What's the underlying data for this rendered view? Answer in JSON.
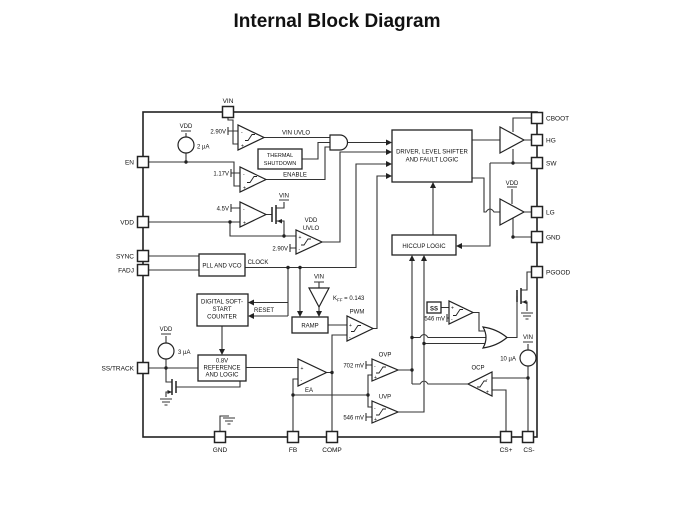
{
  "title": "Internal Block Diagram",
  "pins": {
    "vin": "VIN",
    "en": "EN",
    "vdd": "VDD",
    "sync": "SYNC",
    "fadj": "FADJ",
    "ss_track": "SS/TRACK",
    "cboot": "CBOOT",
    "hg": "HG",
    "sw": "SW",
    "lg": "LG",
    "gnd_right": "GND",
    "pgood": "PGOOD",
    "gnd_bottom": "GND",
    "fb": "FB",
    "comp": "COMP",
    "cs_plus": "CS+",
    "cs_minus": "CS-"
  },
  "blocks": {
    "thermal1": "THERMAL",
    "thermal2": "SHUTDOWN",
    "driver1": "DRIVER, LEVEL SHIFTER",
    "driver2": "AND FAULT LOGIC",
    "pll": "PLL AND VCO",
    "ss_counter1": "DIGITAL SOFT-",
    "ss_counter2": "START",
    "ss_counter3": "COUNTER",
    "reference1": "0.8V",
    "reference2": "REFERENCE",
    "reference3": "AND LOGIC",
    "hiccup": "HICCUP LOGIC",
    "ramp": "RAMP",
    "ss_box": "SS"
  },
  "signals": {
    "vin_uvlo": "VIN UVLO",
    "enable": "ENABLE",
    "clock": "CLOCK",
    "reset": "RESET",
    "vdd_uvlo1": "VDD",
    "vdd_uvlo2": "UVLO",
    "pwm": "PWM",
    "ea": "EA",
    "ovp": "OVP",
    "uvp": "UVP",
    "ocp": "OCP"
  },
  "values": {
    "vin_uvlo_th": "2.90V",
    "en_th": "1.17V",
    "vdd_sw_th": "4.5V",
    "vdd_uvlo_th": "2.90V",
    "en_pullup": "2 µA",
    "ss_current": "3 µA",
    "cs_current": "10 µA",
    "ovp_th": "702 mV",
    "uvp_th": "546 mV",
    "ss_cmp_th": "546 mV",
    "kff_k": "K",
    "kff_sub": "FF",
    "kff_rest": " = 0.143"
  },
  "supplies": {
    "vdd": "VDD",
    "vin": "VIN"
  },
  "signs": {
    "plus": "+",
    "minus": "-"
  }
}
